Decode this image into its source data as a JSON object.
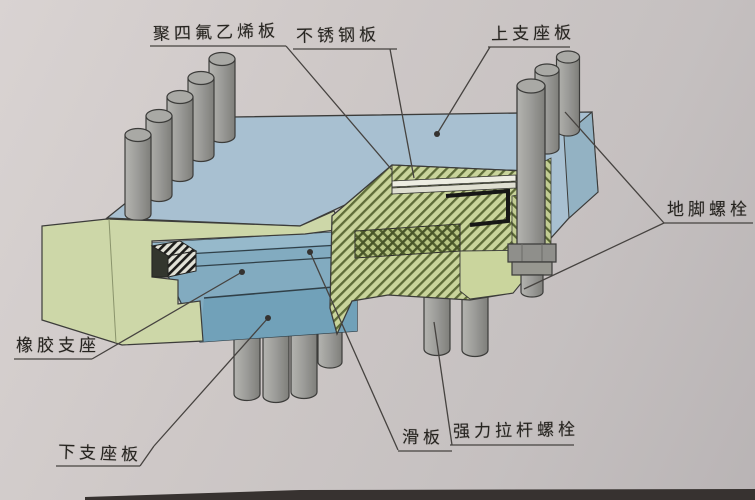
{
  "figure": {
    "labels": {
      "ptfe_plate": "聚四氟乙烯板",
      "stainless_steel_plate": "不锈钢板",
      "upper_bearing_plate": "上支座板",
      "anchor_bolt": "地脚螺栓",
      "rubber_bearing": "橡胶支座",
      "lower_bearing_plate": "下支座板",
      "sliding_plate": "滑板",
      "tie_rod_bolt": "强力拉杆螺栓"
    },
    "colors": {
      "page_background": "#cdc7c6",
      "upper_plate_blue": "#a6c3d6",
      "lower_plate_blue": "#7dadc6",
      "section_green": "#cbd795",
      "hatch_line": "#5c6c30",
      "stud_gray": "#9c9c98",
      "line_dark": "#3a3a38"
    }
  }
}
